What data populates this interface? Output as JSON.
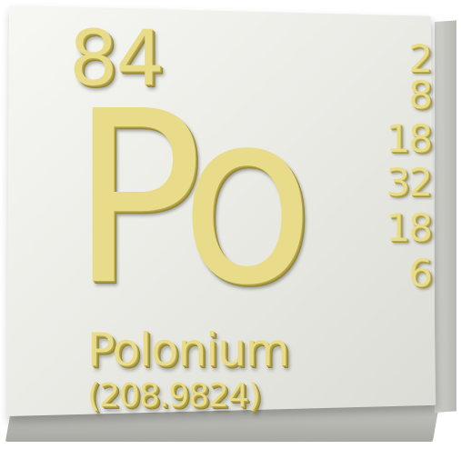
{
  "element": {
    "atomic_number": "84",
    "symbol": "Po",
    "name": "Polonium",
    "atomic_mass": "(208.9824)",
    "electron_shells": [
      "2",
      "8",
      "18",
      "32",
      "18",
      "6"
    ]
  },
  "colors": {
    "lettering": "#e8dc8a",
    "tile_face": "#ecece7"
  }
}
